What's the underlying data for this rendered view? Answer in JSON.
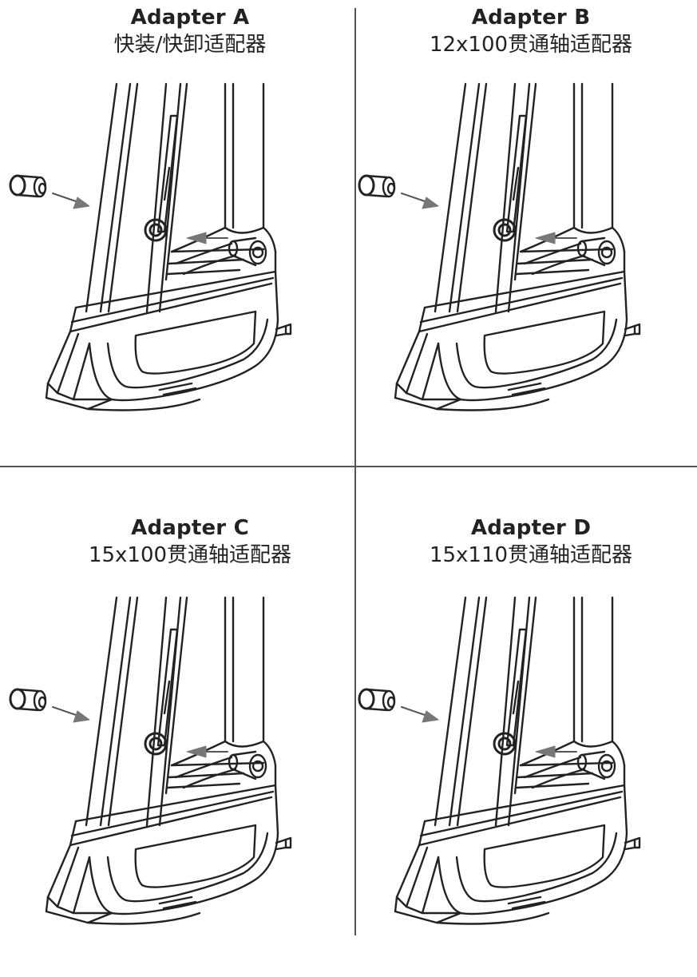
{
  "panels": [
    {
      "title": "Adapter A",
      "subtitle": "快装/快卸适配器"
    },
    {
      "title": "Adapter B",
      "subtitle": "12x100贯通轴适配器"
    },
    {
      "title": "Adapter C",
      "subtitle": "15x100贯通轴适配器"
    },
    {
      "title": "Adapter D",
      "subtitle": "15x110贯通轴适配器"
    }
  ],
  "colors": {
    "line": "#222222",
    "arrow": "#555555",
    "divider": "#555555"
  }
}
